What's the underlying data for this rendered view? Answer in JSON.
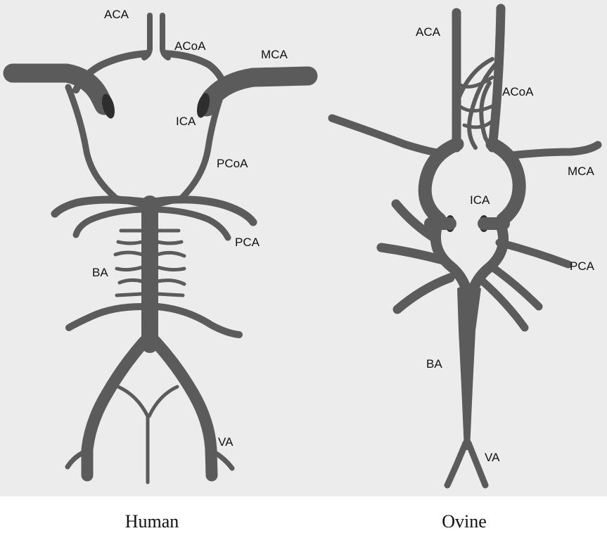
{
  "human": {
    "caption": "Human",
    "labels": {
      "aca": "ACA",
      "acoa": "ACoA",
      "mca": "MCA",
      "ica": "ICA",
      "pcoa": "PCoA",
      "pca": "PCA",
      "ba": "BA",
      "va": "VA"
    }
  },
  "ovine": {
    "caption": "Ovine",
    "labels": {
      "aca": "ACA",
      "acoa": "ACoA",
      "mca": "MCA",
      "ica": "ICA",
      "pca": "PCA",
      "ba": "BA",
      "va": "VA"
    }
  },
  "colors": {
    "vessel": "#5b5b5b",
    "vessel_cut": "#2e2e2e",
    "panel_background": "#ececec"
  }
}
